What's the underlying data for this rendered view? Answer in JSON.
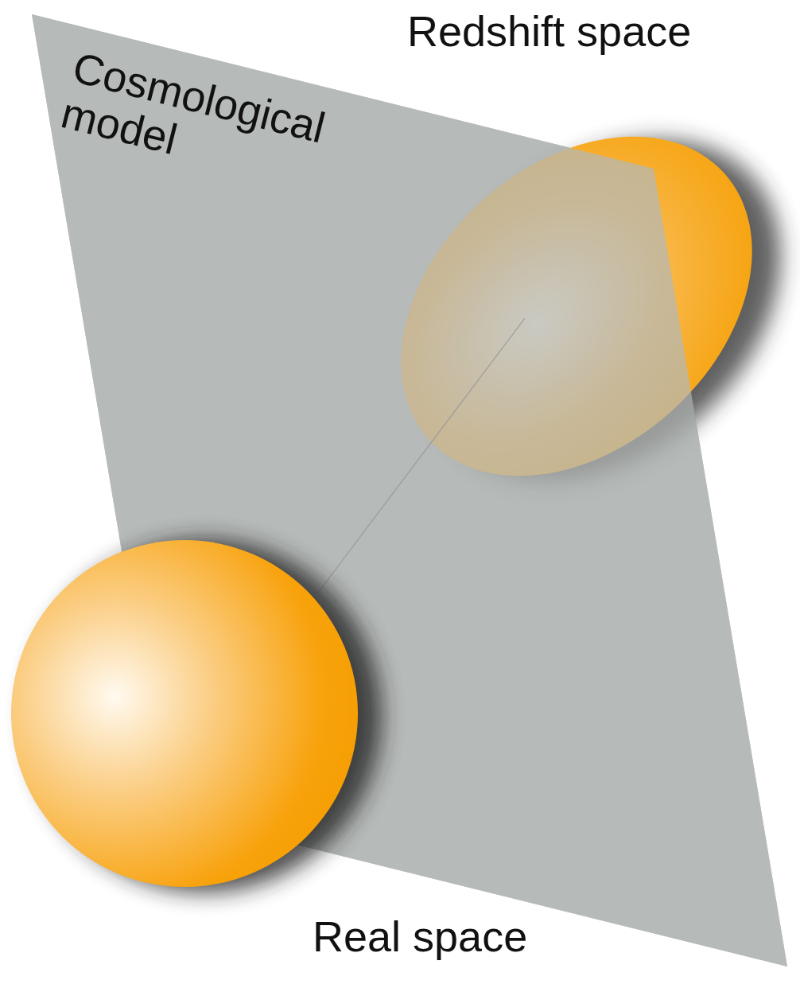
{
  "diagram": {
    "labels": [
      "Cosmological model",
      "Redshift space",
      "Real space"
    ]
  }
}
